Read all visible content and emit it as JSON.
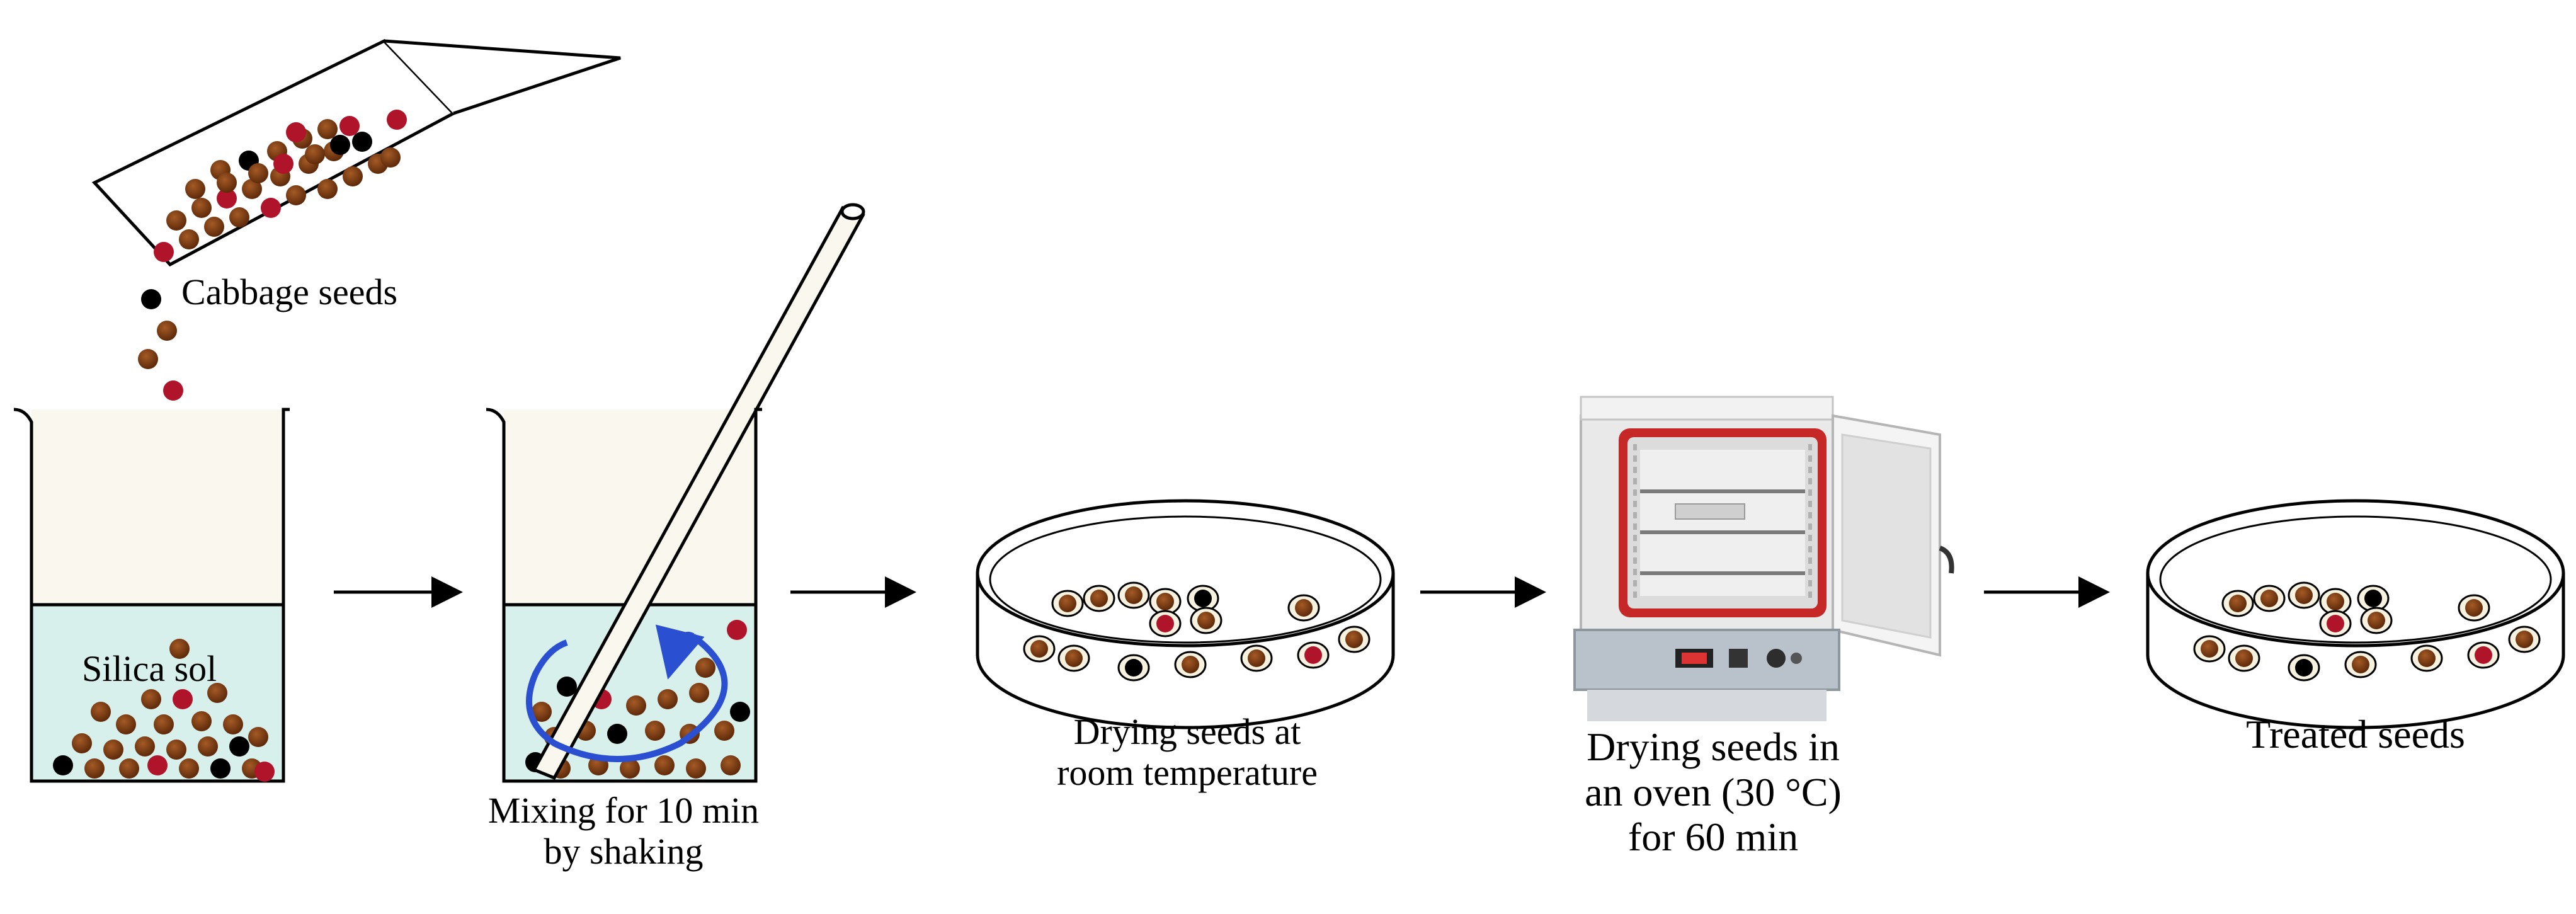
{
  "labels": {
    "cabbage_seeds": "Cabbage seeds",
    "silica_sol": "Silica sol",
    "mixing_line1": "Mixing for 10 min",
    "mixing_line2": "by shaking",
    "drying_room_line1": "Drying seeds at",
    "drying_room_line2": "room temperature",
    "drying_oven_line1": "Drying seeds in",
    "drying_oven_line2": "an oven (30 °C)",
    "drying_oven_line3": "for 60 min",
    "treated_seeds": "Treated seeds"
  },
  "colors": {
    "seed_brown": "#7a3b12",
    "seed_red": "#b0142a",
    "seed_black": "#000000",
    "sol_fill": "#d8f0ec",
    "beaker_fill": "#faf8ee",
    "swirl": "#2a4fd0",
    "oven_frame": "#d0d0d0",
    "oven_door_seal": "#c0392b"
  },
  "steps": [
    "pour-seeds",
    "mix",
    "dry-room-temp",
    "dry-oven",
    "treated"
  ]
}
